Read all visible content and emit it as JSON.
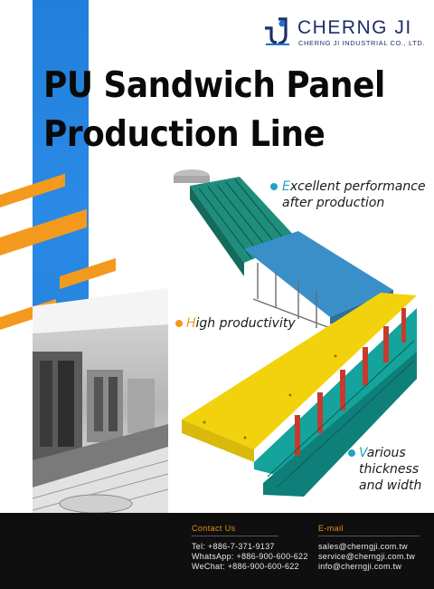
{
  "brand": {
    "name": "CHERNG JI",
    "subtitle": "CHERNG JI INDUSTRIAL CO., LTD."
  },
  "title": {
    "line1": "PU Sandwich Panel",
    "line2": "Production Line"
  },
  "features": [
    {
      "first": "E",
      "rest_line1": "xcellent performance",
      "line2": "after production",
      "dot_color": "#1fa3c4"
    },
    {
      "first": "H",
      "rest_line1": "igh productivity",
      "dot_color": "#f39a1e"
    },
    {
      "first": "V",
      "rest_line1": "arious",
      "line2": "thickness",
      "line3": "and width",
      "dot_color": "#1fa3c4"
    }
  ],
  "contact": {
    "heading": "Contact Us",
    "tel": "Tel: +886-7-371-9137",
    "whatsapp": "WhatsApp: +886-900-600-622",
    "wechat": "WeChat: +886-900-600-622"
  },
  "email": {
    "heading": "E-mail",
    "items": [
      "sales@cherngji.com.tw",
      "service@cherngji.com.tw",
      "info@cherngji.com.tw"
    ]
  },
  "colors": {
    "accent_orange": "#f39a1e",
    "accent_blue": "#1f7fd9",
    "teal": "#1fa3c4",
    "brand_navy": "#1e2d6b"
  }
}
